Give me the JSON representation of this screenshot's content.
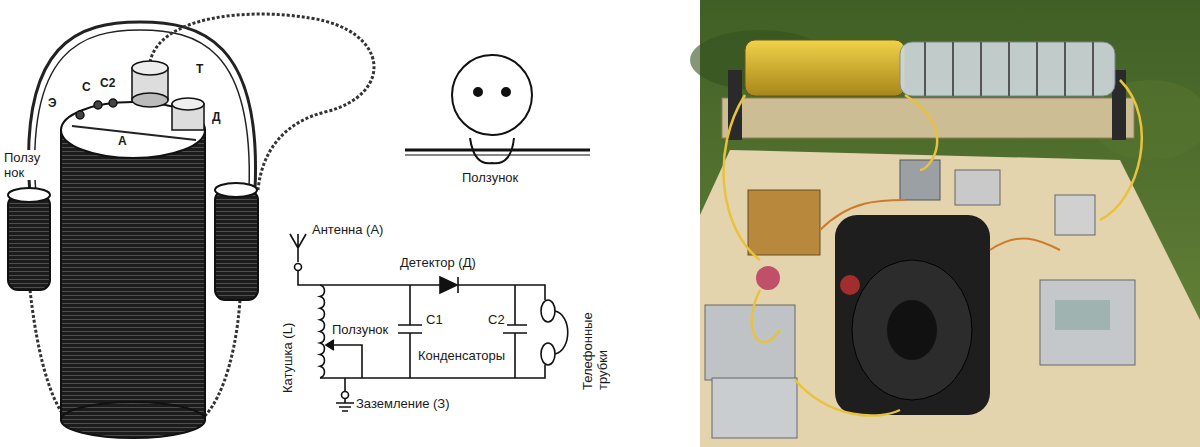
{
  "diagram": {
    "labels": [
      "Э",
      "С",
      "С2",
      "А",
      "Т",
      "Д",
      "Ползу нок",
      "Ползунок",
      "Антенна (А)",
      "Детектор (Д)",
      "Катушка (L)",
      "Ползунок",
      "С1",
      "Конденсаторы",
      "С2",
      "Телефонные трубки",
      "Заземление (З)"
    ]
  }
}
